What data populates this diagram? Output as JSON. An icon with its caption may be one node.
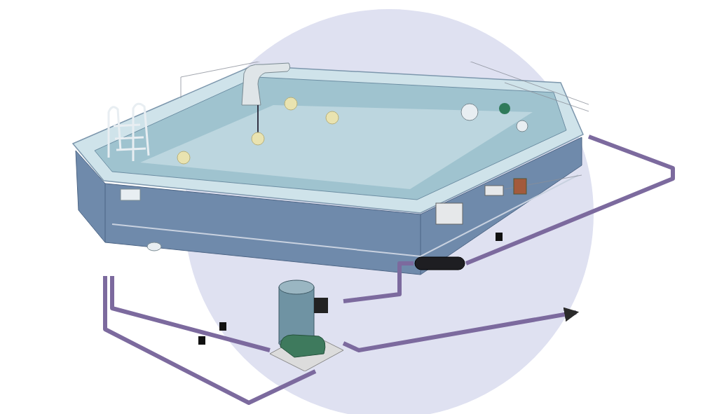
{
  "diagram": {
    "nodes": [
      {
        "text": [],
        "shape": "picture"
      },
      {
        "text": [],
        "shape": "picture"
      },
      {
        "text": [],
        "shape": "cylinder"
      }
    ],
    "edges": [
      {
        "from": 0,
        "to": 1,
        "arrow": "none"
      },
      {
        "from": 1,
        "to": 2,
        "arrow": "none"
      },
      {
        "from": 2,
        "to": 0,
        "arrow": "none"
      },
      {
        "from": 1,
        "to": null,
        "arrow": "to"
      },
      {
        "from": 0,
        "to": 1,
        "arrow": "none"
      }
    ]
  }
}
